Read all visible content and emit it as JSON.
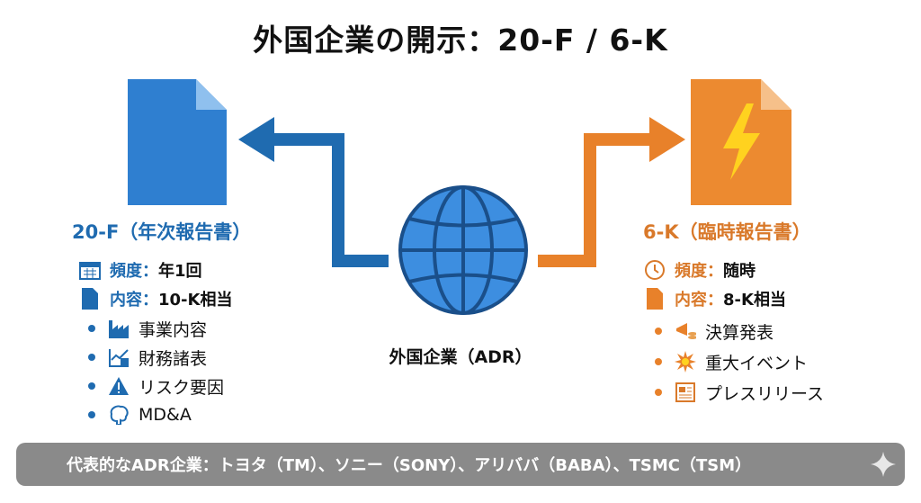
{
  "title": "外国企業の開示：20-F / 6-K",
  "center": {
    "label": "外国企業（ADR）"
  },
  "left": {
    "heading": "20-F（年次報告書）",
    "freq_label": "頻度：",
    "freq_value": "年1回",
    "content_label": "内容：",
    "content_value": "10-K相当",
    "items": [
      "事業内容",
      "財務諸表",
      "リスク要因",
      "MD&A"
    ]
  },
  "right": {
    "heading": "6-K（臨時報告書）",
    "freq_label": "頻度：",
    "freq_value": "随時",
    "content_label": "内容：",
    "content_value": "8-K相当",
    "items": [
      "決算発表",
      "重大イベント",
      "プレスリリース"
    ]
  },
  "footer": {
    "text": "代表的なADR企業：トヨタ（TM）、ソニー（SONY）、アリババ（BABA）、TSMC（TSM）"
  },
  "colors": {
    "blue": "#2f7fd0",
    "orange": "#e8812a",
    "bar": "#8a8a8a"
  }
}
